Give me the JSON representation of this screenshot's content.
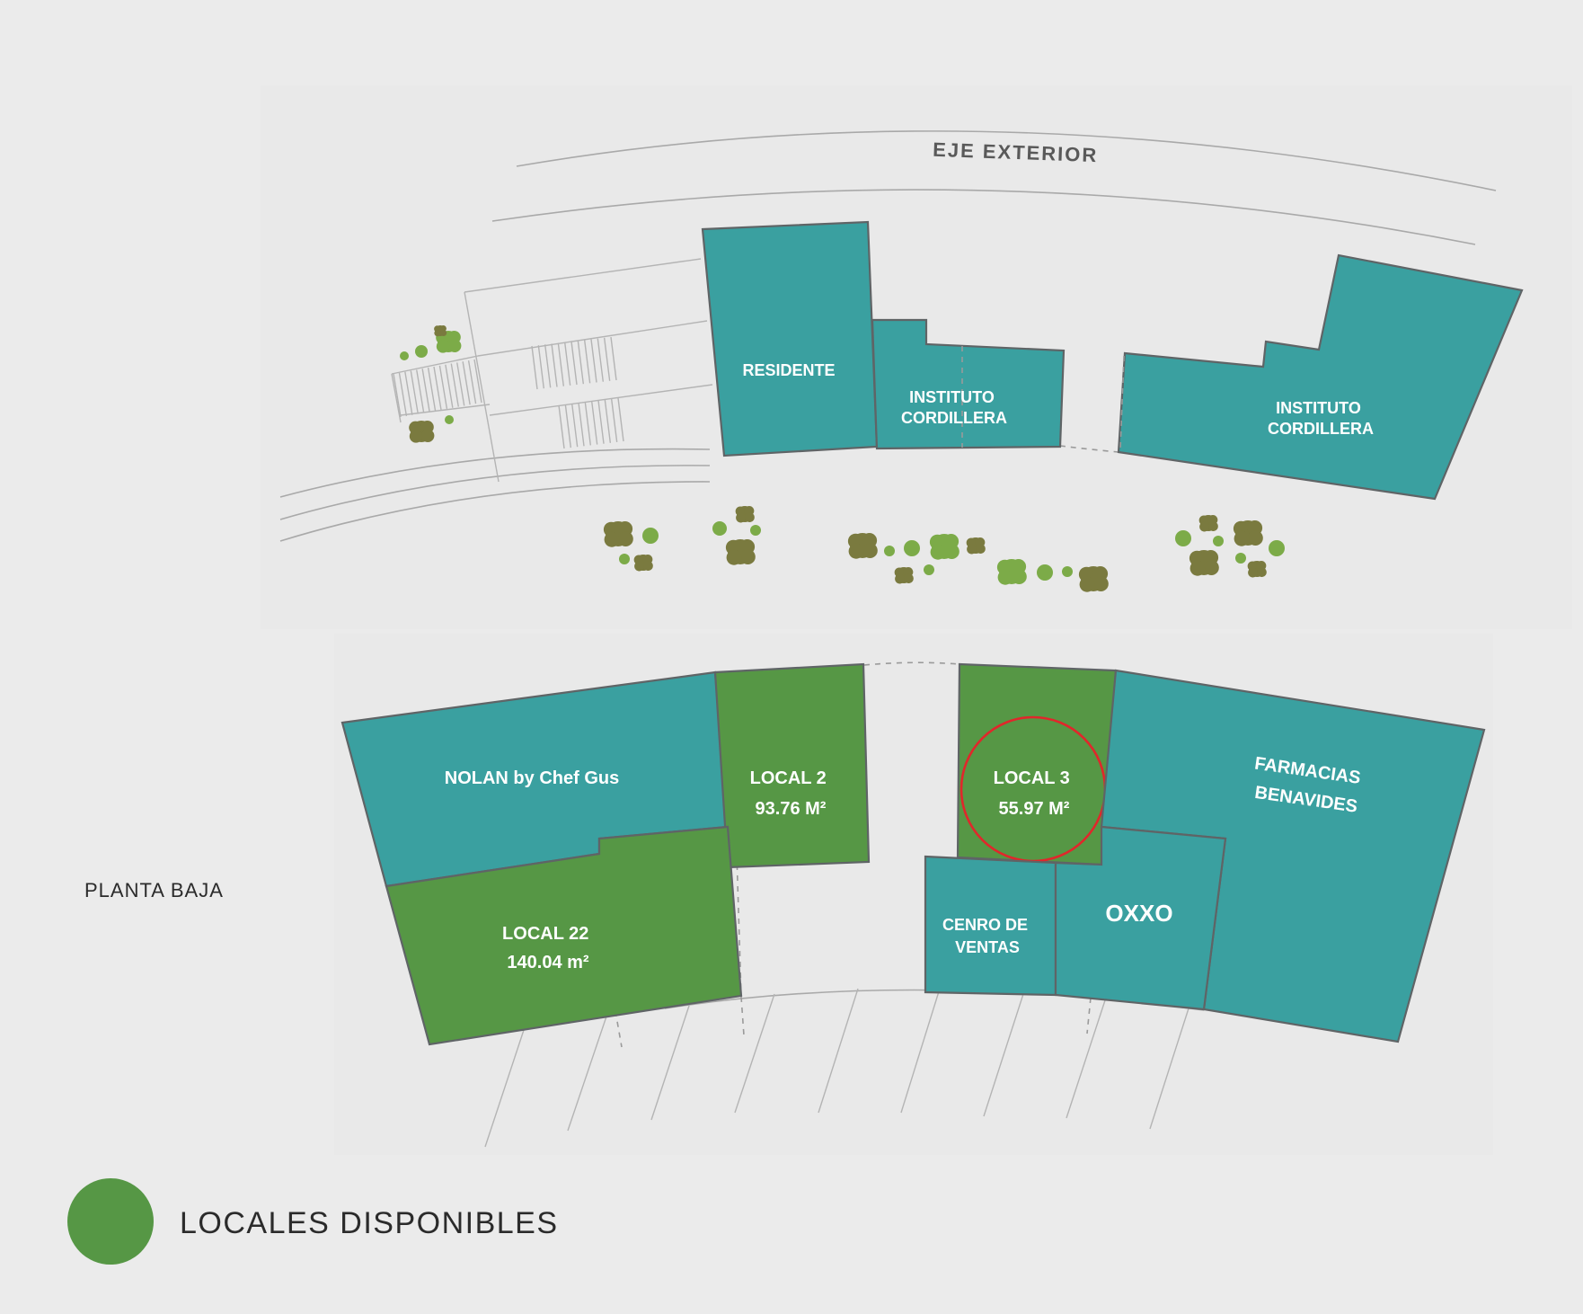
{
  "map": {
    "road_label": "EJE EXTERIOR",
    "floor_label": "PLANTA BAJA",
    "upper_units": [
      {
        "id": "residente",
        "lines": [
          "RESIDENTE"
        ]
      },
      {
        "id": "instituto-1",
        "lines": [
          "INSTITUTO",
          "CORDILLERA"
        ]
      },
      {
        "id": "instituto-2",
        "lines": [
          "INSTITUTO",
          "CORDILLERA"
        ]
      }
    ],
    "ground_units": [
      {
        "id": "nolan",
        "lines": [
          "NOLAN by Chef Gus"
        ],
        "available": false
      },
      {
        "id": "local-2",
        "lines": [
          "LOCAL 2",
          "93.76 M²"
        ],
        "available": true
      },
      {
        "id": "local-3",
        "lines": [
          "LOCAL 3",
          "55.97 M²"
        ],
        "available": true,
        "highlighted": true
      },
      {
        "id": "farmacias",
        "lines": [
          "FARMACIAS",
          "BENAVIDES"
        ],
        "available": false
      },
      {
        "id": "local-22",
        "lines": [
          "LOCAL 22",
          "140.04 m²"
        ],
        "available": true
      },
      {
        "id": "cenro",
        "lines": [
          "CENRO DE",
          "VENTAS"
        ],
        "available": false
      },
      {
        "id": "oxxo",
        "lines": [
          "OXXO"
        ],
        "available": false
      }
    ]
  },
  "legend": {
    "label": "LOCALES DISPONIBLES",
    "color": "#569745"
  },
  "colors": {
    "occupied": "#3aa0a0",
    "available": "#569745",
    "highlight_ring": "#e0272b",
    "tree_dark": "#7a7a3f",
    "tree_light": "#7cab48"
  }
}
